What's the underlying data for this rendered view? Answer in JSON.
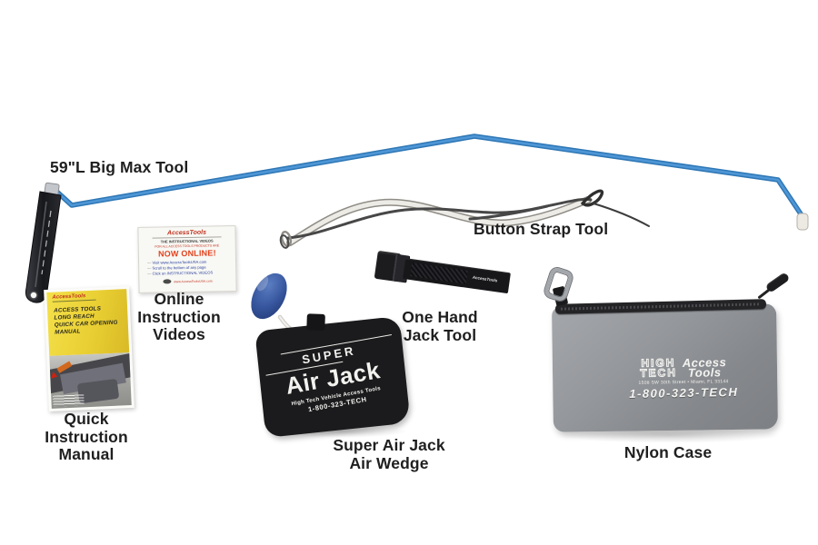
{
  "labels": {
    "big_max": "59\"L Big Max Tool",
    "button_strap": "Button Strap Tool",
    "online_videos": [
      "Online",
      "Instruction",
      "Videos"
    ],
    "quick_manual": [
      "Quick",
      "Instruction",
      "Manual"
    ],
    "one_hand_jack": [
      "One Hand",
      "Jack Tool"
    ],
    "air_wedge": [
      "Super Air Jack",
      "Air Wedge"
    ],
    "nylon_case": "Nylon Case"
  },
  "video_card": {
    "brand": "AccessTools",
    "intro_dark": "THE INSTRUCTIONAL VIDEOS",
    "intro_red": "FOR ALL ACCESS TOOLS PRODUCTS ARE",
    "headline": "NOW ONLINE!",
    "bullets": [
      "Visit www.AccessToolsUSA.com",
      "Scroll to the bottom of any page",
      "Click on INSTRUCTIONAL VIDEOS"
    ],
    "footer": "www.AccessToolsUSA.com"
  },
  "manual": {
    "brand": "AccessTools",
    "lines": [
      "ACCESS TOOLS",
      "LONG REACH",
      "QUICK CAR OPENING",
      "MANUAL"
    ]
  },
  "wedge": {
    "super": "SUPER",
    "name": "Air Jack",
    "subtitle": "High Tech Vehicle Access Tools",
    "phone": "1-800-323-TECH"
  },
  "one_hand_tool": {
    "logo": "AccessTools"
  },
  "case": {
    "brand_high": "HIGH",
    "brand_tech": "TECH",
    "brand_access": "Access",
    "brand_tools": "Tools",
    "address": "1508 SW 30th Street  •  Miami, FL 33144",
    "phone": "1-800-323-TECH"
  },
  "colors": {
    "rod_blue": "#3a85c6",
    "brand_red": "#c0321f",
    "manual_yellow": "#ecd53a",
    "wedge_black": "#1b1b1d",
    "case_gray": "#8f9296",
    "background": "#ffffff"
  }
}
